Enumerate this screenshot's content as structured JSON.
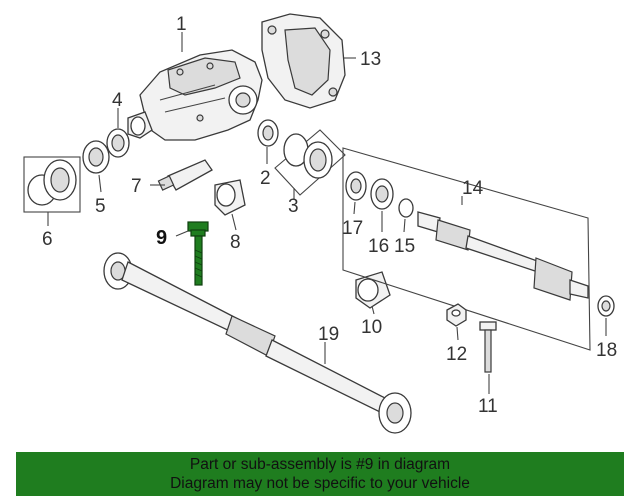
{
  "diagram": {
    "highlighted_part": "9",
    "highlight_color": "#1f7d1f",
    "callouts": {
      "c1": "1",
      "c2": "2",
      "c3": "3",
      "c4": "4",
      "c5": "5",
      "c6": "6",
      "c7": "7",
      "c8": "8",
      "c9": "9",
      "c10": "10",
      "c11": "11",
      "c12": "12",
      "c13": "13",
      "c14": "14",
      "c15": "15",
      "c16": "16",
      "c17": "17",
      "c18": "18",
      "c19": "19"
    }
  },
  "banner": {
    "line1": "Part or sub-assembly is #9 in diagram",
    "line2": "Diagram may not be specific to your vehicle",
    "background": "#1f7d1f"
  }
}
